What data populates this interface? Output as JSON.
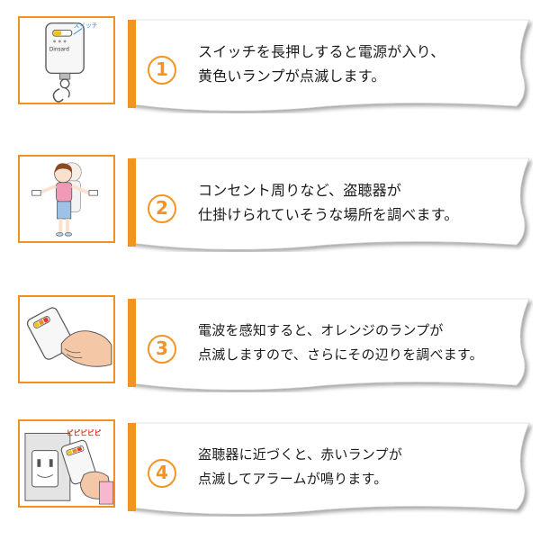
{
  "steps": [
    {
      "number": "1",
      "line1": "スイッチを長押しすると電源が入り、",
      "line2": "黄色いランプが点滅します。",
      "illustration_label": "スイッチ",
      "device_brand": "Dinsard"
    },
    {
      "number": "2",
      "line1": "コンセント周りなど、盗聴器が",
      "line2": "仕掛けられていそうな場所を調べます。"
    },
    {
      "number": "3",
      "line1": "電波を感知すると、オレンジのランプが",
      "line2": "点滅しますので、さらにその辺りを調べます。"
    },
    {
      "number": "4",
      "line1": "盗聴器に近づくと、赤いランプが",
      "line2": "点滅してアラームが鳴ります。",
      "alarm_text": "ピピピピピ"
    }
  ],
  "colors": {
    "accent": "#f39422",
    "frame": "#f0901e",
    "text": "#1a1a1a"
  }
}
